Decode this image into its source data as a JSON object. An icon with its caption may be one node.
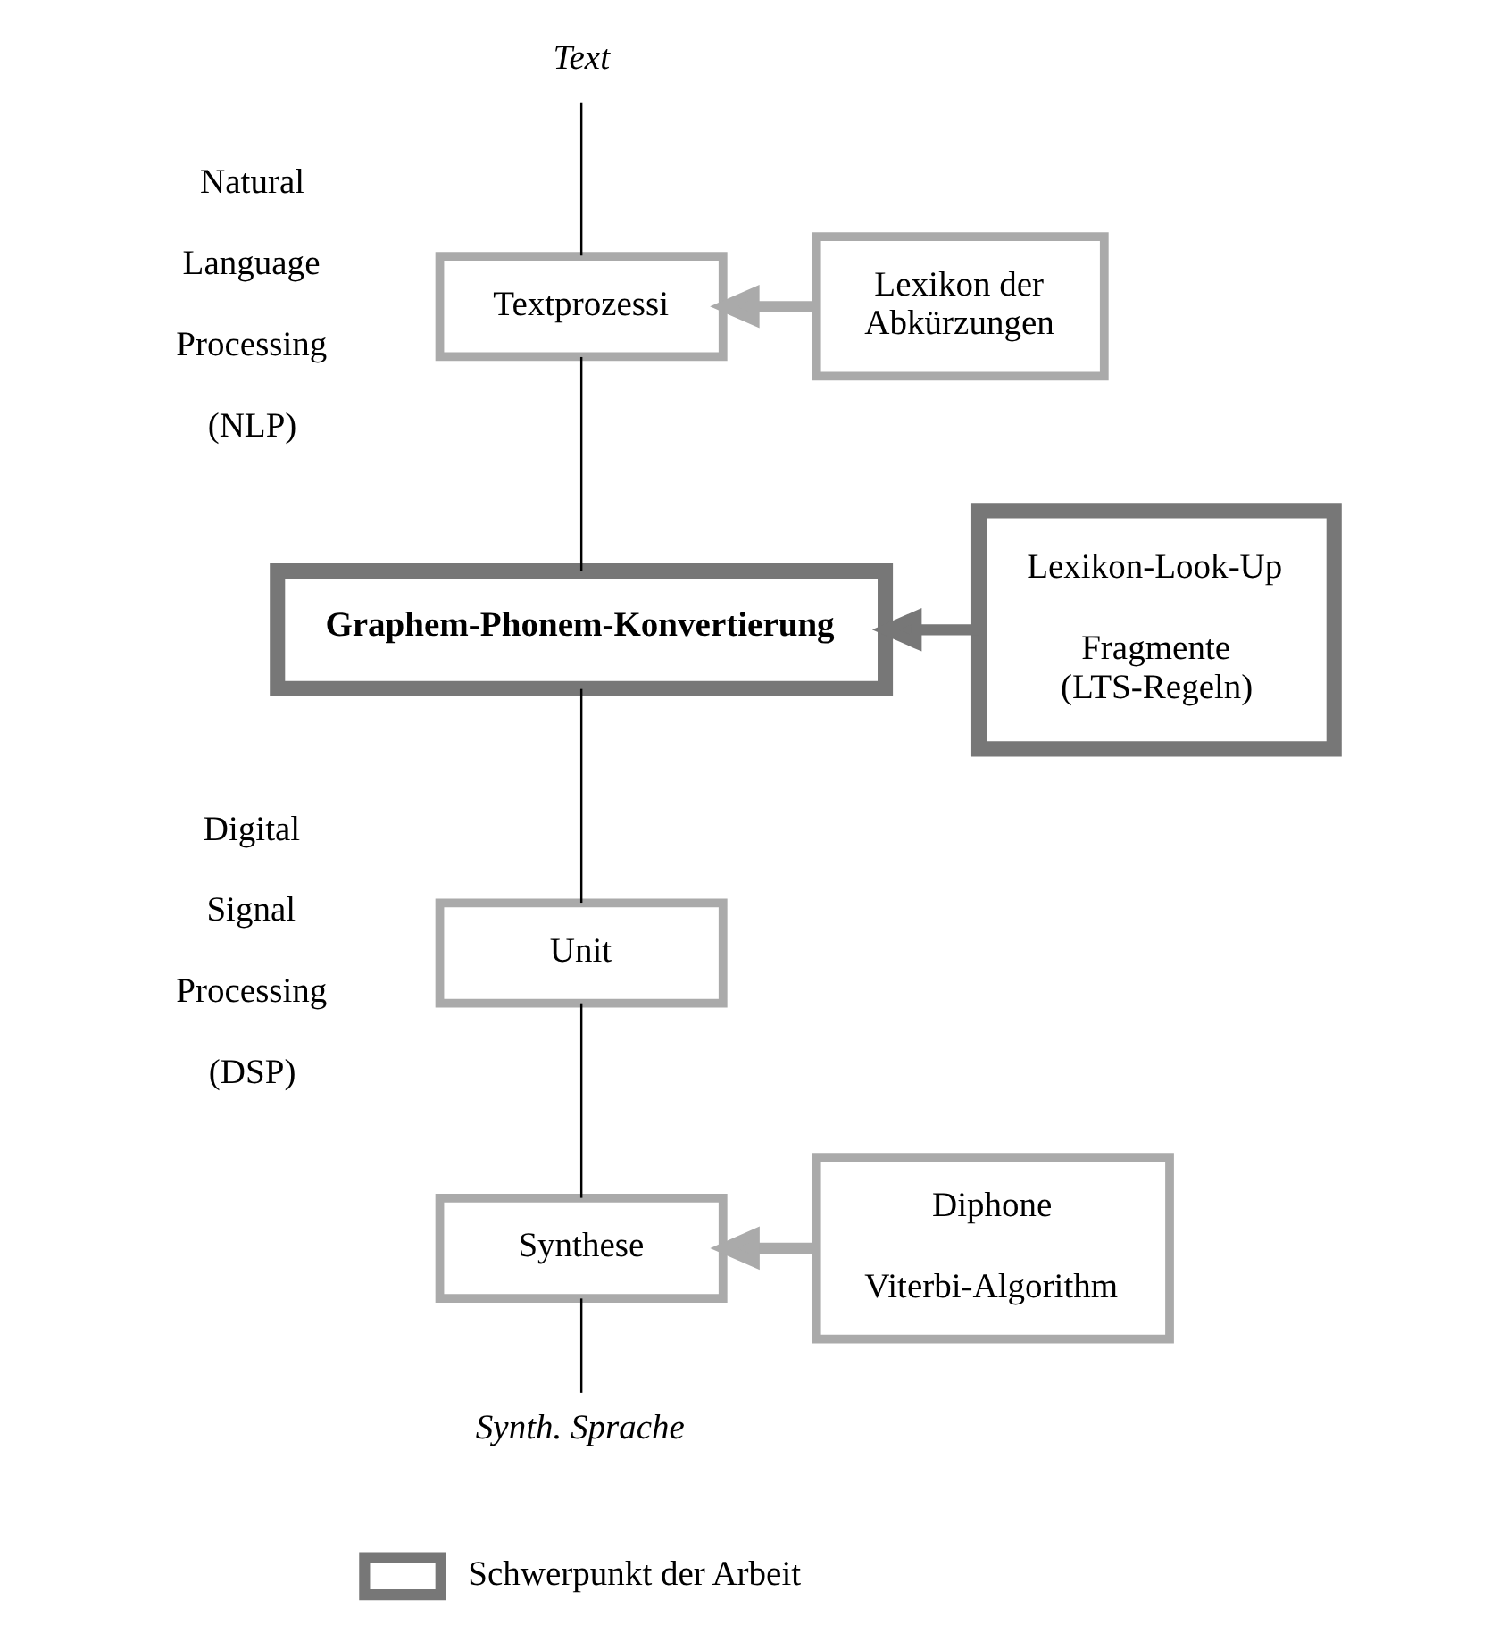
{
  "diagram": {
    "nodes": [
      {
        "text": [
          "Text"
        ]
      },
      {
        "text": [
          "Textprozessi"
        ]
      },
      {
        "text": [
          "Lexikon der Abkürzungen"
        ]
      },
      {
        "text": [
          "Graphem-Phonem-Konvertierung"
        ]
      },
      {
        "text": [
          "Lexikon-Look-Up",
          "Fragmente (LTS-Regeln)"
        ]
      },
      {
        "text": [
          "Unit"
        ]
      },
      {
        "text": [
          "Synthese"
        ]
      },
      {
        "text": [
          "Diphone",
          "Viterbi-Algorithm"
        ]
      },
      {
        "text": [
          "Synth. Sprache"
        ]
      }
    ],
    "edges": [
      {
        "from": 0,
        "to": 1,
        "arrow": "none"
      },
      {
        "from": 1,
        "to": 3,
        "arrow": "none"
      },
      {
        "from": 3,
        "to": 5,
        "arrow": "none"
      },
      {
        "from": 5,
        "to": 6,
        "arrow": "none"
      },
      {
        "from": 6,
        "to": 8,
        "arrow": "none"
      },
      {
        "from": 2,
        "to": 1,
        "arrow": "to",
        "style": "thick",
        "color": "#aaaaaa"
      },
      {
        "from": 4,
        "to": 3,
        "arrow": "to",
        "style": "thick",
        "color": "#777777"
      },
      {
        "from": 7,
        "to": 6,
        "arrow": "to",
        "style": "thick",
        "color": "#aaaaaa"
      }
    ],
    "labels": [
      "Natural Language Processing (NLP)",
      "Digital Signal Processing (DSP)"
    ],
    "legend": [
      {
        "text": "Schwerpunkt der Arbeit"
      }
    ]
  }
}
